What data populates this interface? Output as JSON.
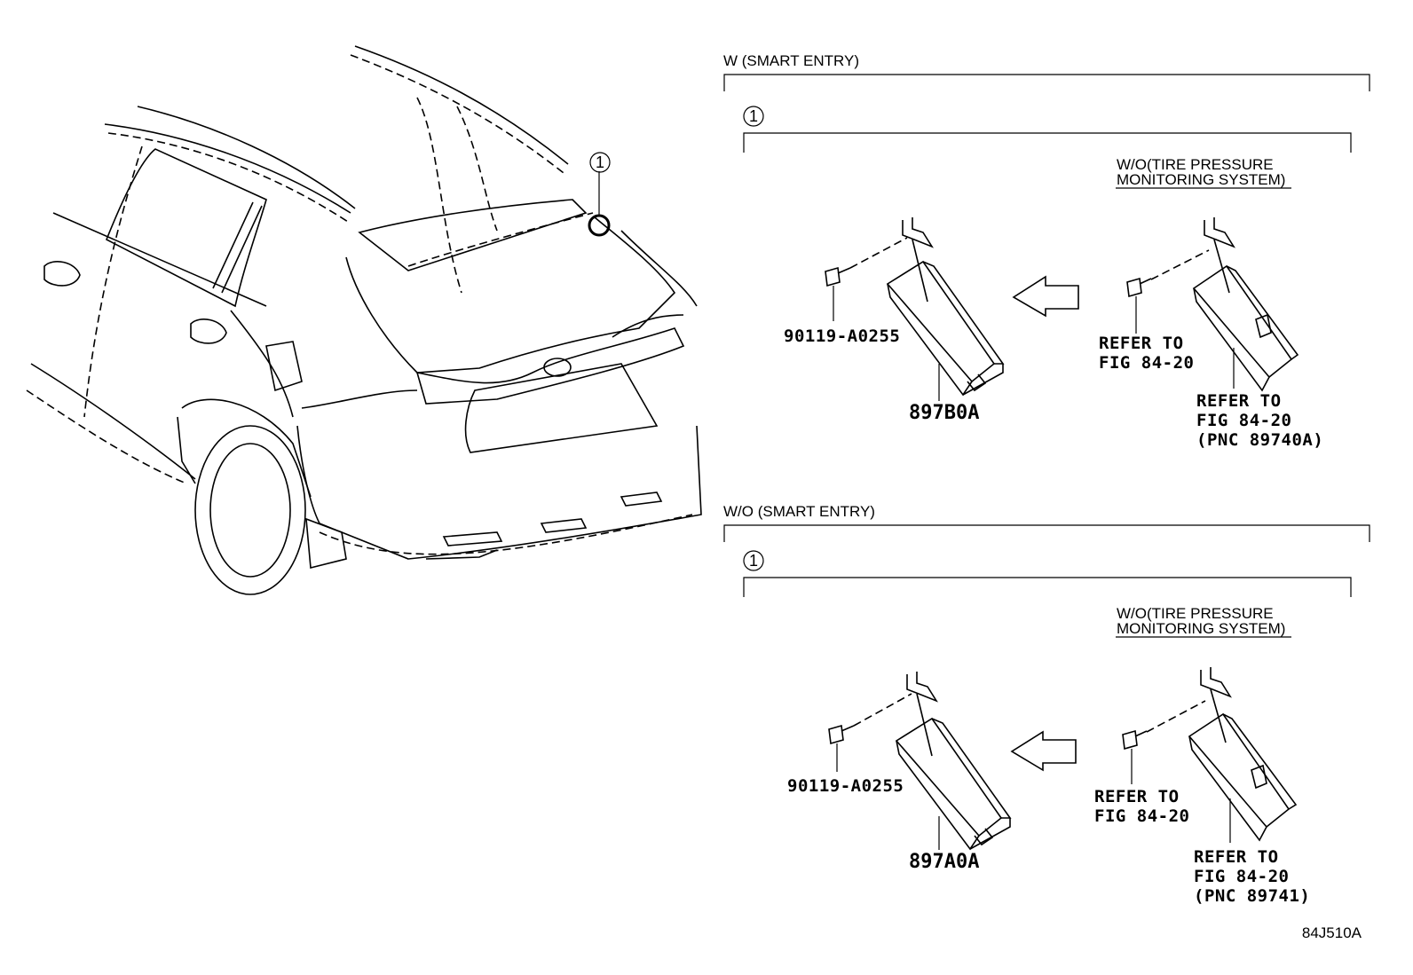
{
  "sections": [
    {
      "label": "W (SMART ENTRY)",
      "callout": "1",
      "note_line1": "W/O(TIRE PRESSURE",
      "note_line2": "MONITORING SYSTEM)",
      "bolt_part": "90119-A0255",
      "main_part": "897B0A",
      "ref_a_line1": "REFER TO",
      "ref_a_line2": "FIG 84-20",
      "ref_b_line1": "REFER TO",
      "ref_b_line2": "FIG 84-20",
      "ref_b_line3": "(PNC 89740A)"
    },
    {
      "label": "W/O (SMART ENTRY)",
      "callout": "1",
      "note_line1": "W/O(TIRE PRESSURE",
      "note_line2": "MONITORING SYSTEM)",
      "bolt_part": "90119-A0255",
      "main_part": "897A0A",
      "ref_a_line1": "REFER TO",
      "ref_a_line2": "FIG 84-20",
      "ref_b_line1": "REFER TO",
      "ref_b_line2": "FIG 84-20",
      "ref_b_line3": "(PNC 89741)"
    }
  ],
  "vehicle_callout": "1",
  "figure_code": "84J510A"
}
